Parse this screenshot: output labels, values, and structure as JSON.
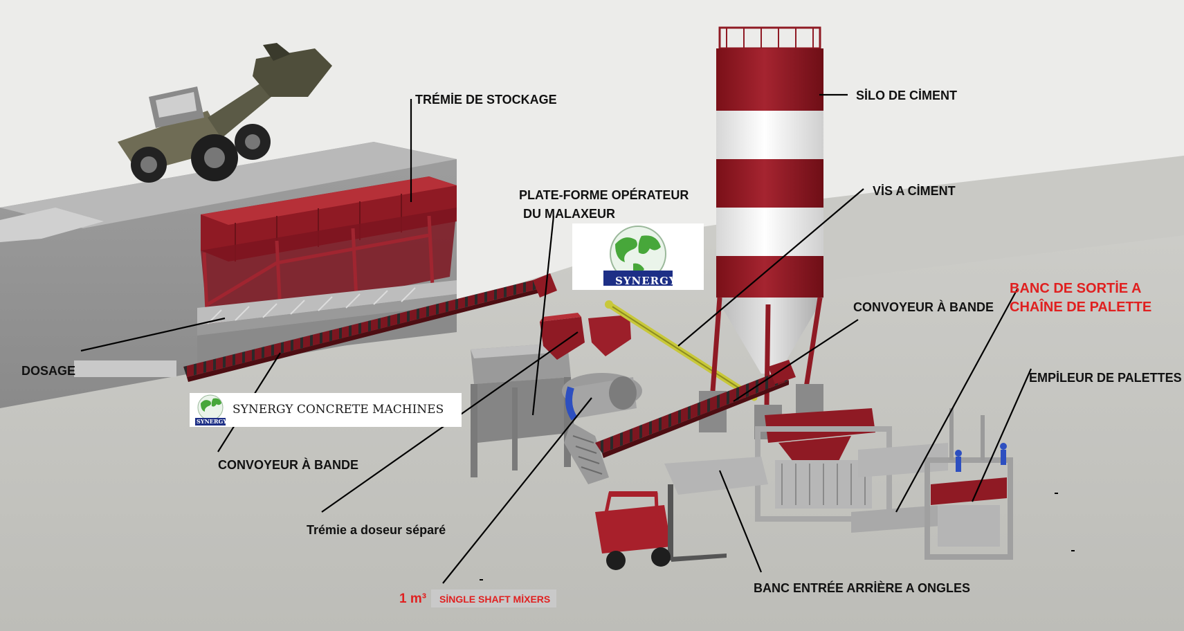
{
  "labels": {
    "tremie_stockage": "TRÉMİE DE STOCKAGE",
    "silo_ciment": "SİLO DE CİMENT",
    "plateforme_line1": "PLATE-FORME OPÉRATEUR",
    "plateforme_line2": "DU MALAXEUR",
    "vis_ciment": "VİS A CİMENT",
    "banc_sortie_line1": "BANC DE SORTİE A",
    "banc_sortie_line2": "CHAÎNE DE PALETTE",
    "convoyeur_right": "CONVOYEUR À BANDE",
    "empileur": "EMPİLEUR DE PALETTES",
    "dosage": "DOSAGE",
    "convoyeur_left": "CONVOYEUR À BANDE",
    "tremie_doseur": "Trémie a doseur séparé",
    "banc_entree": "BANC ENTRÉE ARRİÈRE A ONGLES",
    "mixer_capacity": "1 m³",
    "mixer_type": "SİNGLE SHAFT MİXERS"
  },
  "logos": {
    "center_brand": "SYNERGY",
    "left_banner_brand": "SYNERGY CONCRETE MACHINES",
    "left_banner_small": "SYNERGY"
  },
  "colors": {
    "machine_red": "#8f1a24",
    "silo_white": "#f2f2f2",
    "label_red": "#e02020",
    "ground": "#c4c4c0",
    "globe_green": "#47a73a",
    "globe_blue": "#1d2f86",
    "auger_yellow": "#c8c83a"
  }
}
